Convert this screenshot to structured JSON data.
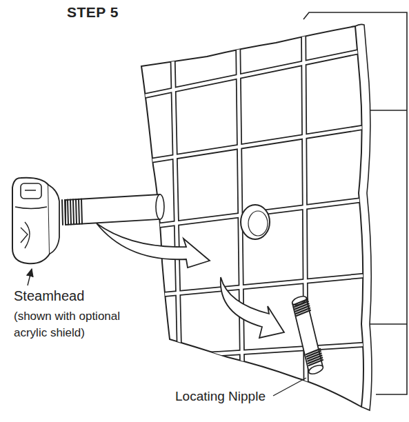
{
  "diagram": {
    "title": "STEP 5",
    "labels": [
      "Steamhead",
      "(shown with optional acrylic shield)",
      "Locating Nipple"
    ]
  }
}
